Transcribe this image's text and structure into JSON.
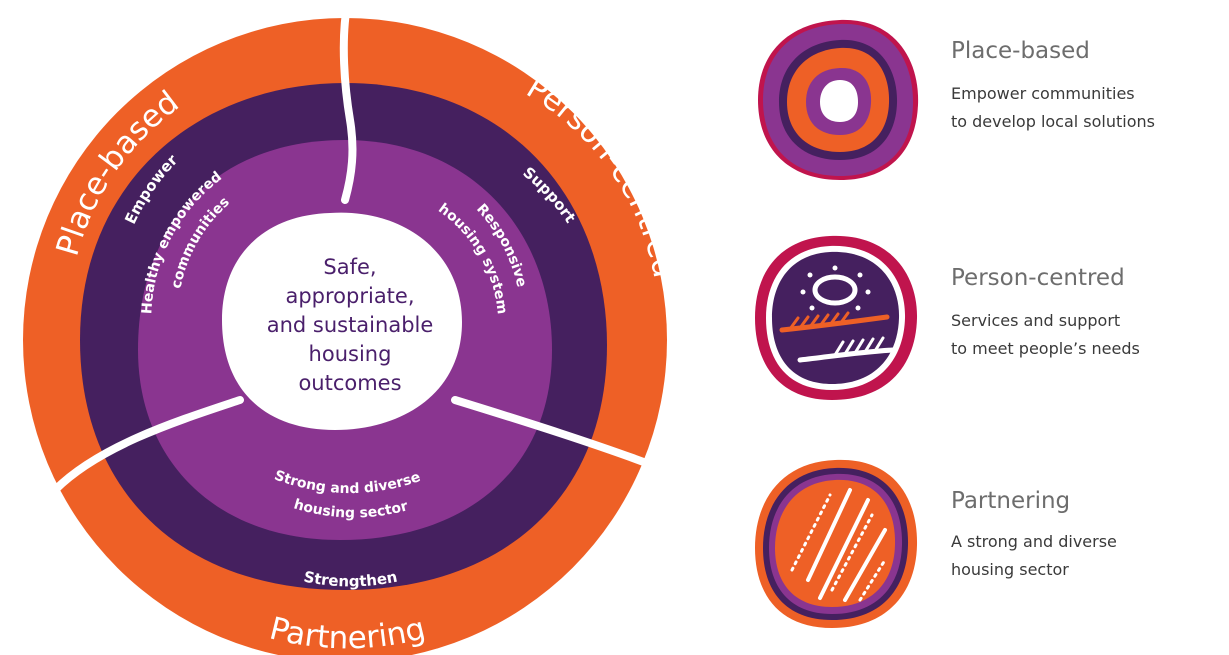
{
  "diagram": {
    "center": {
      "lines": [
        "Safe,",
        "appropriate,",
        "and sustainable",
        "housing",
        "outcomes"
      ]
    },
    "outer_ring": {
      "place_based": "Place-based",
      "person_centred": "Person-centred",
      "partnering": "Partnering"
    },
    "middle_ring": {
      "empower": "Empower",
      "support": "Support",
      "strengthen": "Strengthen"
    },
    "inner_ring": {
      "communities_line1": "Healthy empowered",
      "communities_line2": "communities",
      "housing_line1": "Responsive",
      "housing_line2": "housing system",
      "sector_line1": "Strong and diverse",
      "sector_line2": "housing sector"
    }
  },
  "legend": [
    {
      "title": "Place-based",
      "desc_line1": "Empower communities",
      "desc_line2": "to develop local solutions",
      "icon": "concentric-circles-icon"
    },
    {
      "title": "Person-centred",
      "desc_line1": "Services and support",
      "desc_line2": "to meet people’s needs",
      "icon": "person-centred-icon"
    },
    {
      "title": "Partnering",
      "desc_line1": "A strong and diverse",
      "desc_line2": "housing sector",
      "icon": "diagonal-lines-icon"
    }
  ],
  "colors": {
    "orange": "#ee6026",
    "dark_purple": "#45205f",
    "purple": "#8a3590",
    "magenta": "#c0144d",
    "white": "#ffffff"
  }
}
